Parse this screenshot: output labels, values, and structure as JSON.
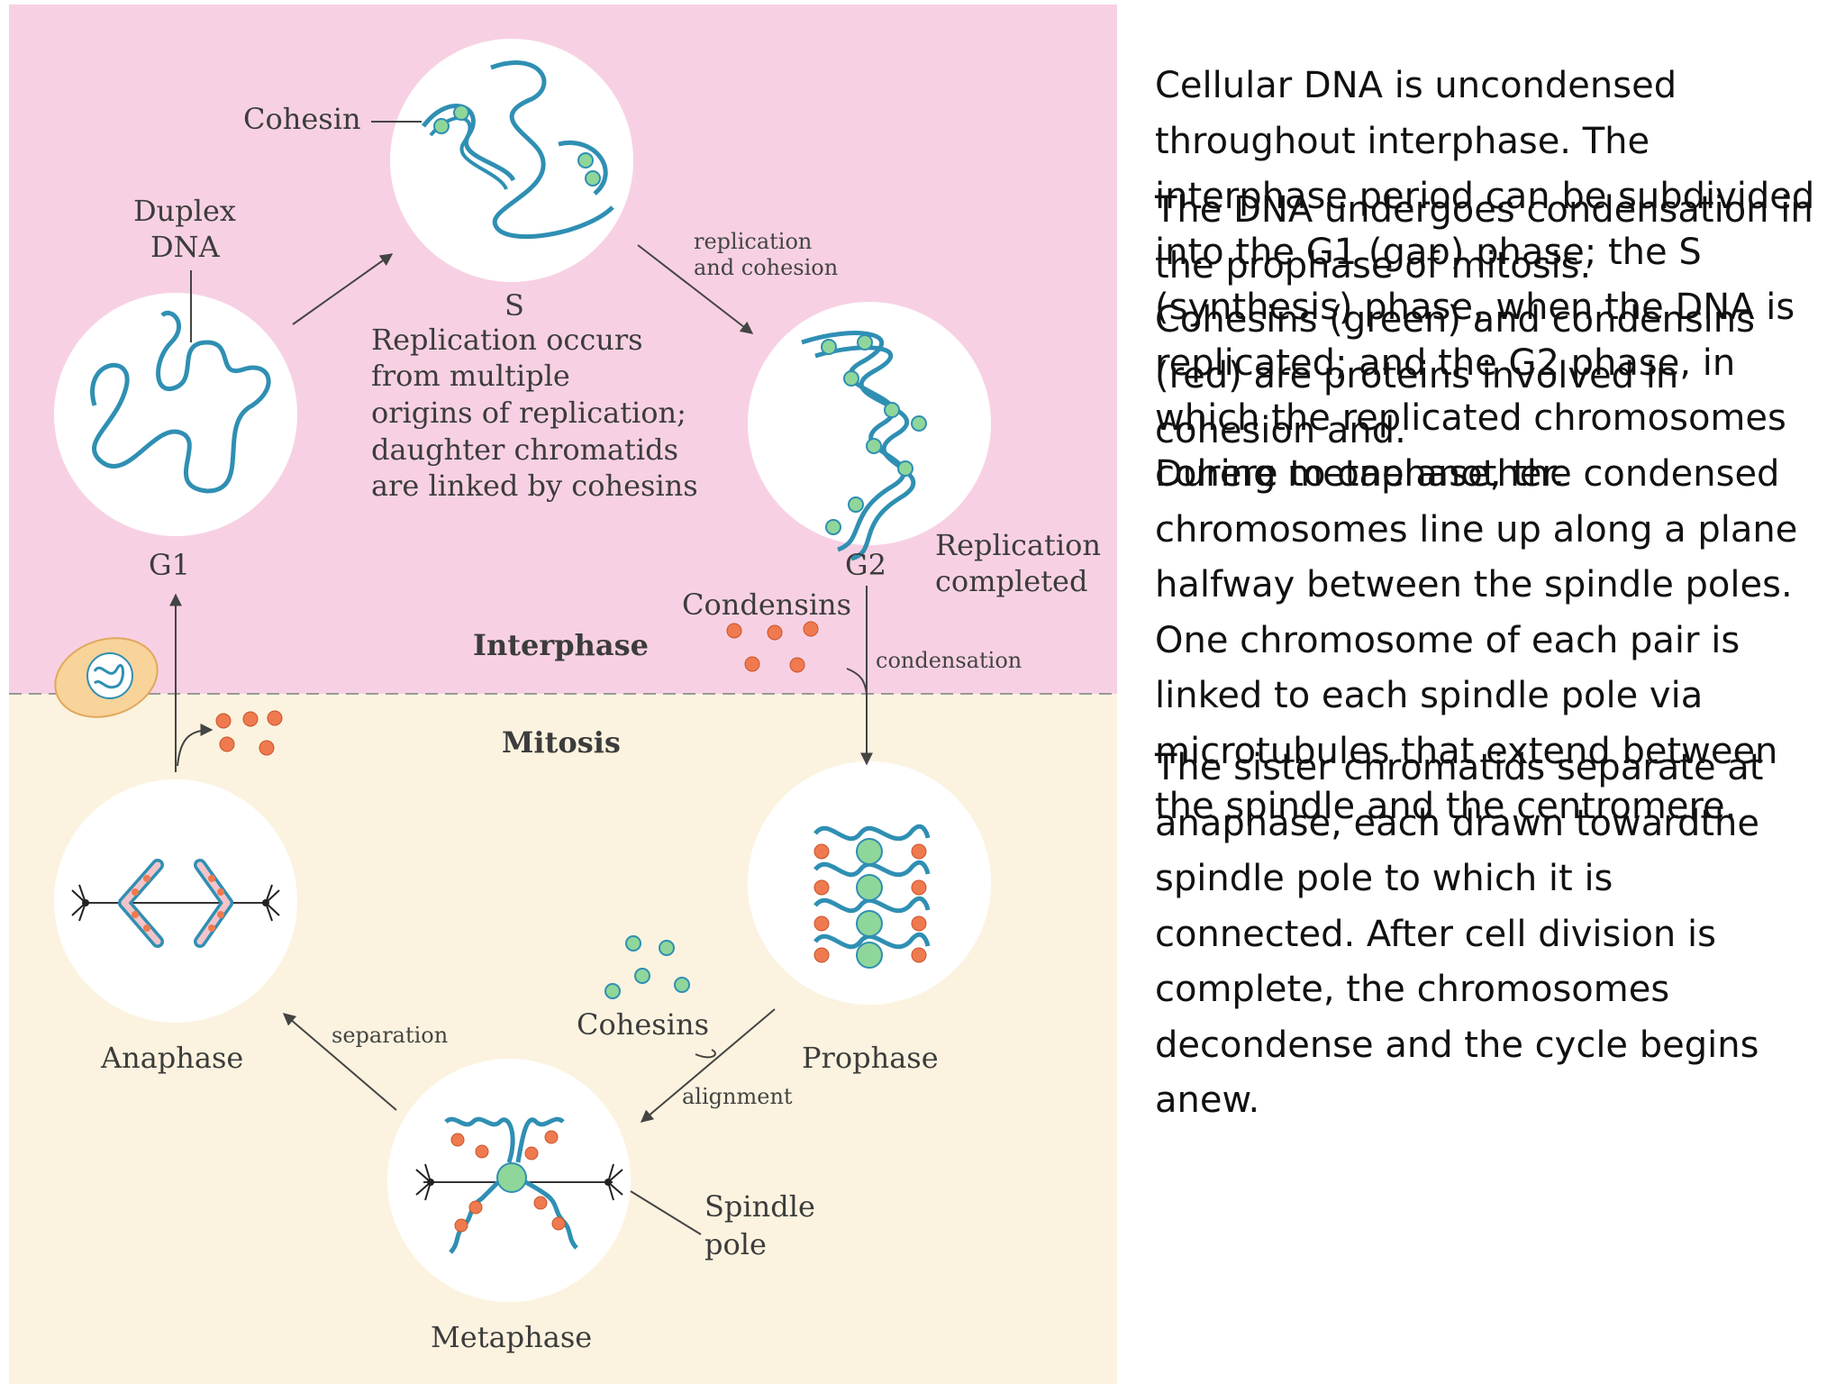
{
  "diagram": {
    "zone_colors": {
      "interphase": "#f7d1e3",
      "mitosis": "#fbf3df"
    },
    "dna_color": "#2f8fb3",
    "cohesin_color": "#8fd69a",
    "condensin_color": "#ef7a4f",
    "labels": {
      "cohesin": "Cohesin",
      "duplex_1": "Duplex",
      "duplex_2": "DNA",
      "s": "S",
      "replication_text": [
        "Replication occurs",
        "from multiple",
        "origins of replication;",
        "daughter chromatids",
        "are linked by cohesins"
      ],
      "replication_and_1": "replication",
      "replication_and_2": "and cohesion",
      "g1": "G1",
      "g2": "G2",
      "replication_completed_1": "Replication",
      "replication_completed_2": "completed",
      "condensins": "Condensins",
      "interphase": "Interphase",
      "condensation": "condensation",
      "mitosis": "Mitosis",
      "anaphase": "Anaphase",
      "separation": "separation",
      "cohesins": "Cohesins",
      "prophase": "Prophase",
      "alignment": "alignment",
      "spindle_1": "Spindle",
      "spindle_2": "pole",
      "metaphase": "Metaphase"
    }
  },
  "text_blocks": [
    "Cellular DNA is uncondensed throughout interphase. The interphase period can be subdivided into the G1 (gap) phase; the S (synthesis) phase, when the DNA is replicated; and the G2 phase, in which the replicated chromosomes cohere to one another.",
    "The DNA undergoes condensation in the prophase of mitosis.",
    "Cohesins (green) and condensins (red) are proteins involved in cohesion and.",
    "During metaphase, the condensed chromosomes line up along a plane halfway between the spindle poles. One chromosome of each pair is linked to each spindle pole via microtubules that extend between the spindle and the centromere.",
    "The sister chromatids separate at anaphase, each drawn towardthe spindle pole to which it is connected. After cell division is complete, the chromosomes decondense and the cycle begins anew."
  ]
}
